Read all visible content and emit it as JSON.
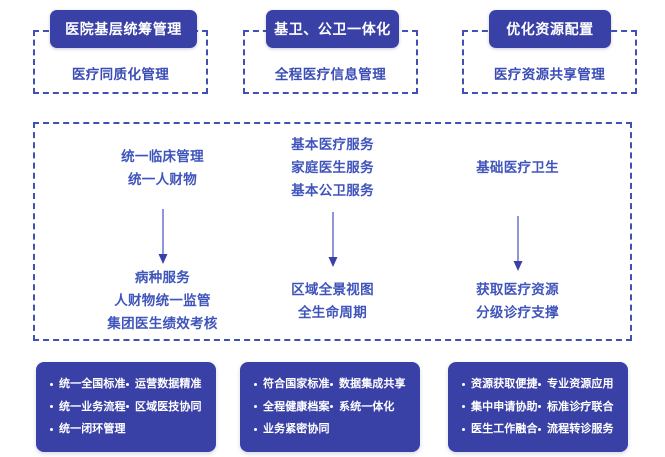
{
  "top_row": {
    "groups": [
      {
        "chip_label": "医院基层统筹管理",
        "sub_label": "医疗同质化管理"
      },
      {
        "chip_label": "基卫、公卫一体化",
        "sub_label": "全程医疗信息管理"
      },
      {
        "chip_label": "优化资源配置",
        "sub_label": "医疗资源共享管理"
      }
    ]
  },
  "middle": {
    "columns": [
      {
        "top_lines": [
          "统一临床管理",
          "统一人财物"
        ],
        "arrow": "down-arrow",
        "bottom_lines": [
          "病种服务",
          "人财物统一监管",
          "集团医生绩效考核"
        ]
      },
      {
        "top_lines": [
          "基本医疗服务",
          "家庭医生服务",
          "基本公卫服务"
        ],
        "arrow": "down-arrow",
        "bottom_lines": [
          "区域全景视图",
          "全生命周期"
        ]
      },
      {
        "top_lines": [
          "基础医疗卫生"
        ],
        "arrow": "down-arrow",
        "bottom_lines": [
          "获取医疗资源",
          "分级诊疗支撑"
        ]
      }
    ]
  },
  "bottom_row": {
    "panels": [
      {
        "items": [
          "统一全国标准",
          "运营数据精准",
          "统一业务流程",
          "区域医技协同",
          "统一闭环管理",
          ""
        ]
      },
      {
        "items": [
          "符合国家标准",
          "数据集成共享",
          "全程健康档案",
          "系统一体化",
          "业务紧密协同",
          ""
        ]
      },
      {
        "items": [
          "资源获取便捷",
          "专业资源应用",
          "集中申请协助",
          "标准诊疗联合",
          "医生工作融合",
          "流程转诊服务"
        ]
      }
    ]
  },
  "colors": {
    "brand_blue": "#3a41a6",
    "text_blue": "#4055bb",
    "dash_border": "#3f51b5",
    "panel_text": "#ffffff",
    "background": "#ffffff"
  }
}
